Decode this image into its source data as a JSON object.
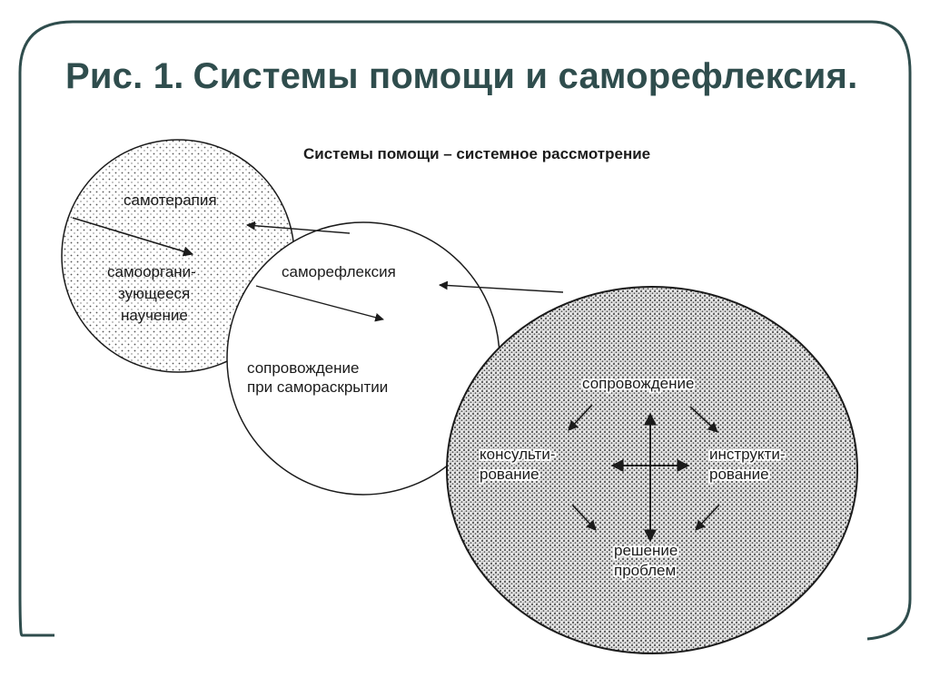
{
  "slide": {
    "title_prefix": "Рис. 1.",
    "title_text": "Системы помощи и саморефлексия."
  },
  "diagram": {
    "heading": "Системы помощи – системное рассмотрение",
    "left_circle": {
      "label_top": "самотерапия",
      "label_mid_1": "самооргани-",
      "label_mid_2": "зующееся",
      "label_mid_3": "научение"
    },
    "middle_circle": {
      "label_top": "саморефлексия",
      "label_bottom_1": "сопровождение",
      "label_bottom_2": "при самораскрытии"
    },
    "big_circle": {
      "top": "сопровождение",
      "left_1": "консульти-",
      "left_2": "рование",
      "right_1": "инструкти-",
      "right_2": "рование",
      "bottom_1": "решение",
      "bottom_2": "проблем"
    }
  },
  "colors": {
    "title": "#2f4d4d",
    "frame": "#2f4d4d",
    "ink": "#1b1b1b"
  }
}
